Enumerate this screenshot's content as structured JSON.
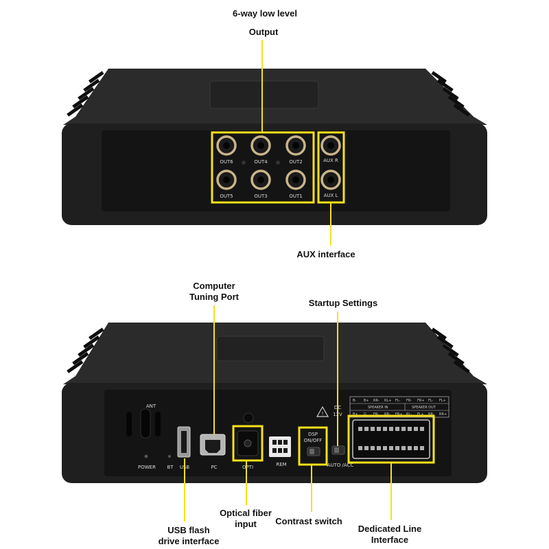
{
  "top_unit": {
    "labels": {
      "output_title_line1": "6-way low level",
      "output_title_line2": "Output",
      "aux_interface": "AUX interface"
    },
    "ports": [
      "OUT6",
      "OUT4",
      "OUT2",
      "OUT5",
      "OUT3",
      "OUT1"
    ],
    "aux_ports": [
      "AUX R",
      "AUX L"
    ]
  },
  "bottom_unit": {
    "labels": {
      "computer_tuning_line1": "Computer",
      "computer_tuning_line2": "Tuning Port",
      "startup_settings": "Startup Settings",
      "usb_line1": "USB flash",
      "usb_line2": "drive interface",
      "optical_line1": "Optical fiber",
      "optical_line2": "input",
      "contrast_switch": "Contrast switch",
      "dedicated_line1": "Dedicated Line",
      "dedicated_line2": "Interface"
    },
    "silkscreen": {
      "ant": "ANT",
      "power": "POWER",
      "bt": "BT",
      "usb": "USB",
      "pc": "PC",
      "opti": "OPTI",
      "rem": "REM",
      "dsp_line1": "DSP",
      "dsp_line2": "ON/OFF",
      "auto_acc": "AUTO /ACC",
      "dc": "DC",
      "dc_volt": "12V",
      "speaker_in": "SPEAKER  IN",
      "speaker_out": "SPEAKER  OUT",
      "pin_row1": [
        "B-",
        "B+",
        "RR-",
        "RL+",
        "FL-",
        "FR-",
        "FR+",
        "FL-",
        "FL+"
      ],
      "pin_row2": [
        "B+",
        "G",
        "FR-",
        "RR-",
        "FR+",
        "RL-",
        "FL+",
        "RR-",
        "RR+"
      ]
    }
  },
  "colors": {
    "highlight": "#f7e11a",
    "device_body": "#202020",
    "panel": "#141414",
    "jack_ring": "#c9b48a"
  }
}
